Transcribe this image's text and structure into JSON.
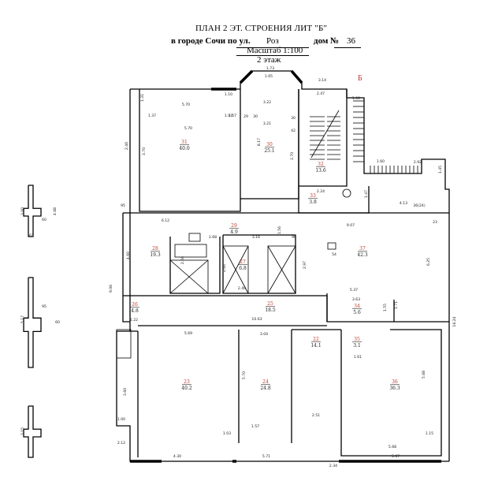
{
  "header": {
    "title": "ПЛАН  2  ЭТ. СТРОЕНИЯ ЛИТ \"Б\"",
    "address_prefix": "в городе Сочи по ул.",
    "street": "Роз",
    "house_label": "дом №",
    "house_number": "36",
    "scale": "Масштаб 1:100",
    "floor": "2 этаж",
    "letter": "Б"
  },
  "colors": {
    "lines": "#000000",
    "room_number": "#c0392b",
    "area": "#222222"
  },
  "rooms": [
    {
      "num": "31",
      "area": "40.0"
    },
    {
      "num": "30",
      "area": "25.1"
    },
    {
      "num": "32",
      "area": "13.6"
    },
    {
      "num": "33",
      "area": "3.8"
    },
    {
      "num": "28",
      "area": "19.3"
    },
    {
      "num": "29",
      "area": "4.9"
    },
    {
      "num": "27",
      "area": "6.8"
    },
    {
      "num": "37",
      "area": "42.3"
    },
    {
      "num": "26",
      "area": "4.8"
    },
    {
      "num": "25",
      "area": "18.5"
    },
    {
      "num": "34",
      "area": "5.6"
    },
    {
      "num": "22",
      "area": "14.1"
    },
    {
      "num": "35",
      "area": "3.1"
    },
    {
      "num": "23",
      "area": "40.2"
    },
    {
      "num": "24",
      "area": "24.8"
    },
    {
      "num": "36",
      "area": "36.3"
    }
  ],
  "dimensions": [
    "1.73",
    "1.65",
    "3.14",
    "2.47",
    "1.00",
    "1.31",
    "1.10",
    "5.70",
    "3.22",
    "3.21",
    "1.57",
    "1.37",
    "5.70",
    "1.03",
    "29",
    "30",
    "30",
    "42",
    "8.17",
    "3.70",
    "3.70",
    "2.46",
    "1.60",
    "2.92",
    "1.45",
    "2.24",
    "1.47",
    "4.13",
    "36(24)",
    "95",
    "6.12",
    "9.07",
    "23",
    "1.68",
    "3.16",
    "1.56",
    "96",
    "54",
    "4.60",
    "2.56",
    "2.64",
    "2.97",
    "6.25",
    "9.06",
    "2.49",
    "5.37",
    "3.63",
    "1.55",
    "1.71",
    "1.22",
    "10.63",
    "3.04",
    "5.69",
    "5.70",
    "3.60",
    "5.68",
    "16.24",
    "1.61",
    "2.51",
    "1.57",
    "1.00",
    "2.12",
    "1.03",
    "4.30",
    "5.71",
    "5.68",
    "5.07",
    "1.15",
    "2.34",
    "3.00",
    "5.17",
    "3.15",
    "61",
    "60",
    "95",
    "4.68",
    "60"
  ]
}
